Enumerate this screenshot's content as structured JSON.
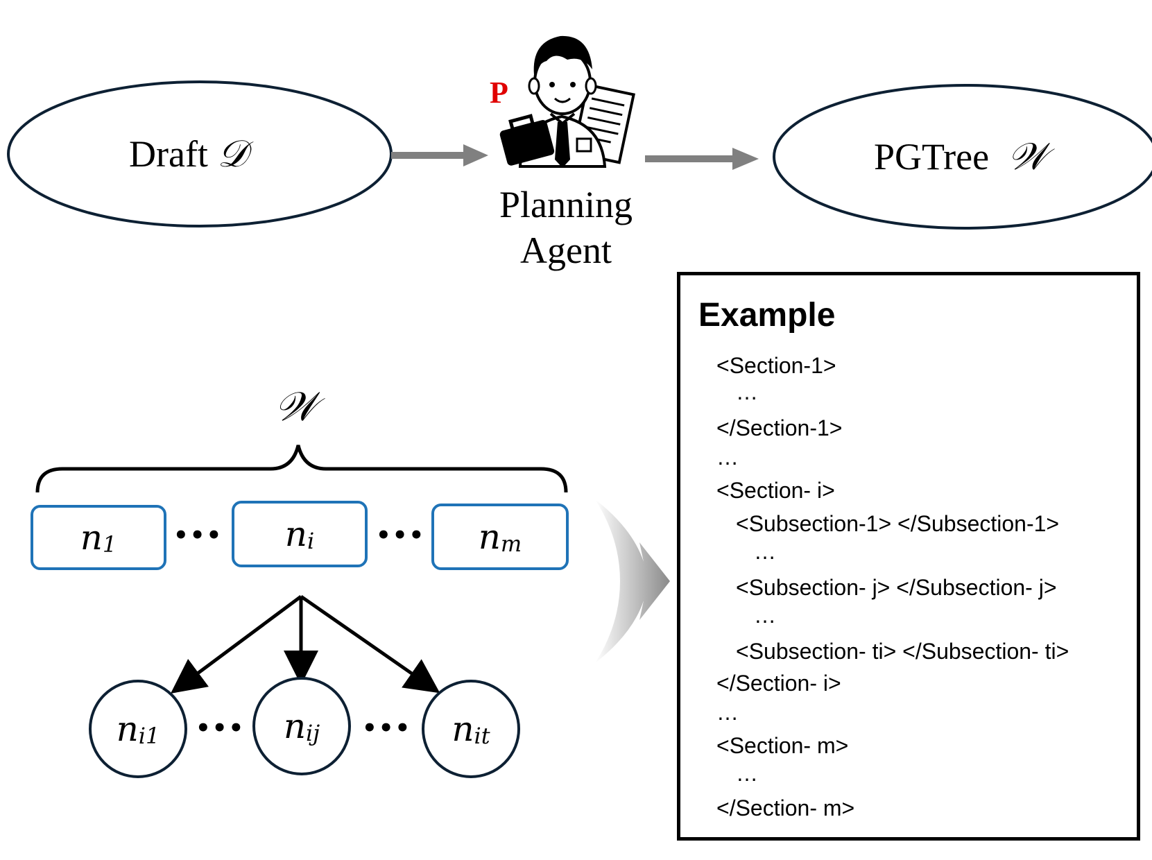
{
  "top_flow": {
    "draft_label": "Draft",
    "draft_symbol": "𝒟",
    "agent_badge": "P",
    "agent_line1": "Planning",
    "agent_line2": "Agent",
    "pgtree_label": "PGTree",
    "pgtree_symbol": "𝒲"
  },
  "tree": {
    "brace_symbol": "𝒲",
    "top_nodes": [
      {
        "base": "n",
        "sub": "1"
      },
      {
        "base": "n",
        "sub": "i"
      },
      {
        "base": "n",
        "sub": "m"
      }
    ],
    "child_nodes": [
      {
        "base": "n",
        "sub": "i1"
      },
      {
        "base": "n",
        "sub": "ij"
      },
      {
        "base": "n",
        "sub": "it"
      }
    ],
    "ellipsis": "•••"
  },
  "example": {
    "title": "Example",
    "lines": [
      "<Section-1>",
      "…",
      "</Section-1>",
      "…",
      "<Section- i>",
      "<Subsection-1> </Subsection-1>",
      "…",
      "<Subsection- j> </Subsection- j>",
      "…",
      "<Subsection- ti> </Subsection- ti>",
      "</Section- i>",
      "…",
      "<Section- m>",
      "…",
      "</Section- m>"
    ]
  },
  "colors": {
    "node_box_border": "#1f73b7",
    "circle_border": "#0d2033",
    "arrow_gray": "#808080",
    "badge_red": "#e00000"
  }
}
